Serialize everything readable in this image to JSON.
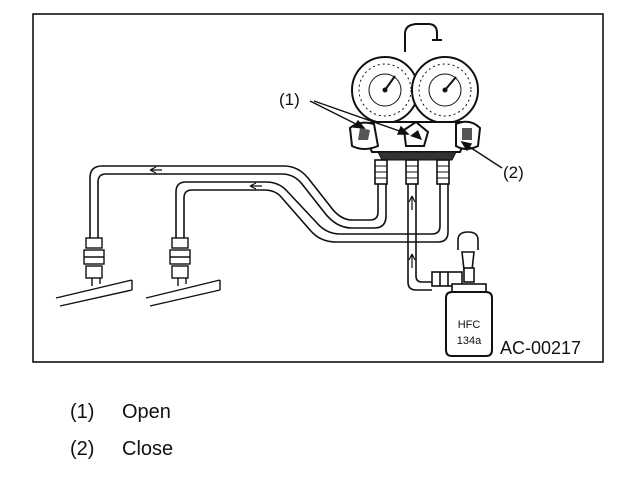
{
  "figure": {
    "callouts": [
      "(1)",
      "(2)"
    ],
    "reference_code": "AC-00217",
    "can_label": [
      "HFC",
      "134a"
    ]
  },
  "legend": [
    {
      "num": "(1)",
      "text": "Open"
    },
    {
      "num": "(2)",
      "text": "Close"
    }
  ]
}
